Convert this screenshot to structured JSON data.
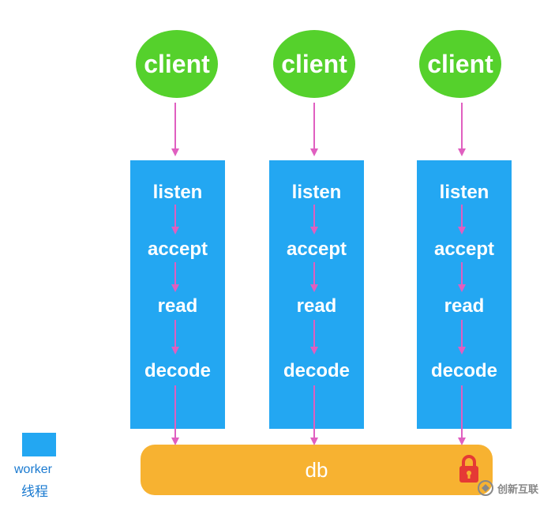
{
  "diagram": {
    "client_label": "client",
    "workers": [
      {
        "steps": [
          "listen",
          "accept",
          "read",
          "decode"
        ]
      },
      {
        "steps": [
          "listen",
          "accept",
          "read",
          "decode"
        ]
      },
      {
        "steps": [
          "listen",
          "accept",
          "read",
          "decode"
        ]
      }
    ],
    "db_label": "db",
    "legend": {
      "label": "worker",
      "sublabel": "线程"
    },
    "watermark": "创新互联"
  },
  "colors": {
    "client": "#55d12c",
    "worker": "#23a7f2",
    "db": "#f7b231",
    "arrow": "#e05fc0",
    "lock": "#e53935"
  }
}
